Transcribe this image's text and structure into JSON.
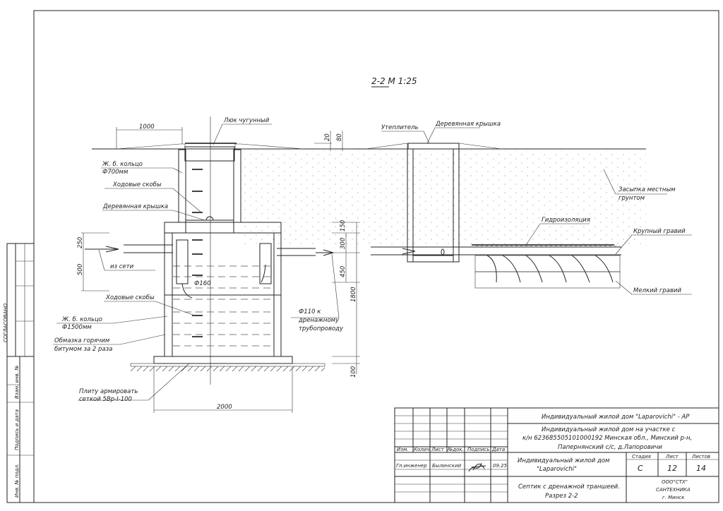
{
  "drawing": {
    "section_title": "2-2 М 1:25",
    "labels": {
      "manhole_cover": "Люк чугунный",
      "ring_small_1": "Ж. б. кольцо",
      "ring_small_2": "Ф700мм",
      "steps_top": "Ходовые скобы",
      "wood_lid_left": "Деревянная крышка",
      "from_network": "из сети",
      "d160": "Ф160",
      "steps_bottom": "Ходовые скобы",
      "ring_big_1": "Ж. б. кольцо",
      "ring_big_2": "Ф1500мм",
      "bitumen_1": "Обмазка горячим",
      "bitumen_2": "битумом за 2 раза",
      "slab_1": "Плиту армировать",
      "slab_2": "сеткой 5Вр-I-100",
      "d110_1": "Ф110 к",
      "d110_2": "дренажному",
      "d110_3": "трубопроводу",
      "insulation": "Утеплитель",
      "wood_lid_right": "Деревянная крышка",
      "backfill_1": "Засыпка местным",
      "backfill_2": "грунтом",
      "waterproofing": "Гидроизоляция",
      "coarse_gravel": "Крупный гравий",
      "fine_gravel": "Мелкий гравий"
    },
    "dimensions": {
      "mound_width": "1000",
      "d20": "20",
      "d80": "80",
      "d250": "250",
      "d500": "500",
      "d150": "150",
      "d300": "300",
      "d450": "450",
      "d1800": "1800",
      "d100": "100",
      "d2000": "2000"
    }
  },
  "side_stamp": {
    "agreed": "СОГЛАСОВАНО",
    "swap_inv": "Взам. инв. №",
    "sign_date": "Подпись и дата",
    "inv_orig": "Инв. № подл."
  },
  "title_block": {
    "project_code": "Индивидуальный жилой дом \"Laparovichi\" - АР",
    "address_1": "Индивидуальный жилой дом на участке с",
    "address_2": "к/н 623685505101000192 Минская обл., Минский р-н,",
    "address_3": "Папернянский с/с, д.Лапоровичи",
    "headers": [
      "Изм.",
      "Колич",
      "Лист",
      "№док.",
      "Подпись",
      "Дата"
    ],
    "role": "Гл.инженер",
    "person": "Былинский",
    "date": "09.25",
    "object_1": "Индивидуальный жилой дом",
    "object_2": "\"Laparovichi\"",
    "stage_label": "Стадия",
    "sheet_label": "Лист",
    "sheets_label": "Листов",
    "stage": "С",
    "sheet": "12",
    "sheets": "14",
    "sheet_title_1": "Септик с дренажной траншеей.",
    "sheet_title_2": "Разрез 2-2",
    "company_1": "ООО\"СТХ\"",
    "company_2": "САНТЕХНИКА",
    "company_3": "г. Минск"
  }
}
